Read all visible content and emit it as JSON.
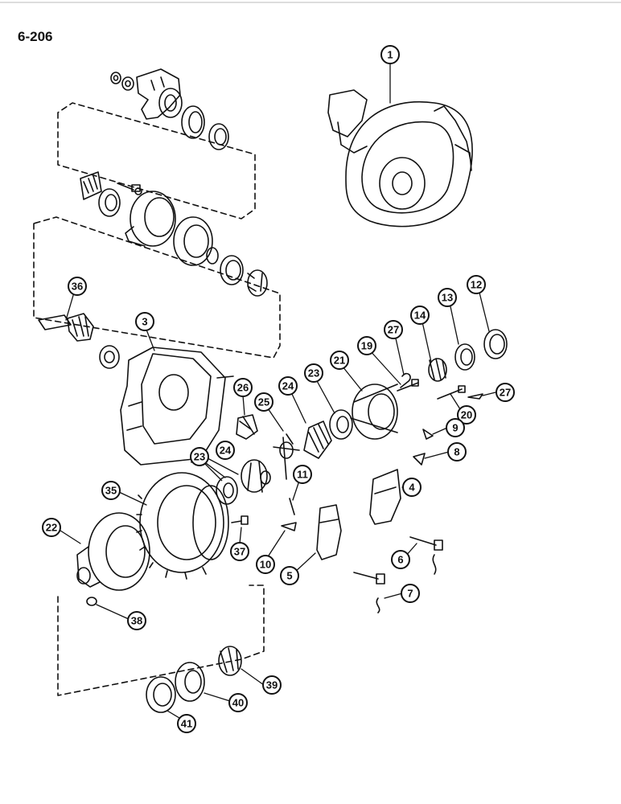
{
  "page": {
    "number": "6-206"
  },
  "callouts": [
    "1",
    "36",
    "3",
    "26",
    "25",
    "24",
    "23",
    "21",
    "19",
    "27",
    "14",
    "13",
    "12",
    "27",
    "20",
    "9",
    "8",
    "24",
    "23",
    "35",
    "11",
    "4",
    "22",
    "37",
    "10",
    "5",
    "6",
    "7",
    "38",
    "39",
    "40",
    "41"
  ]
}
